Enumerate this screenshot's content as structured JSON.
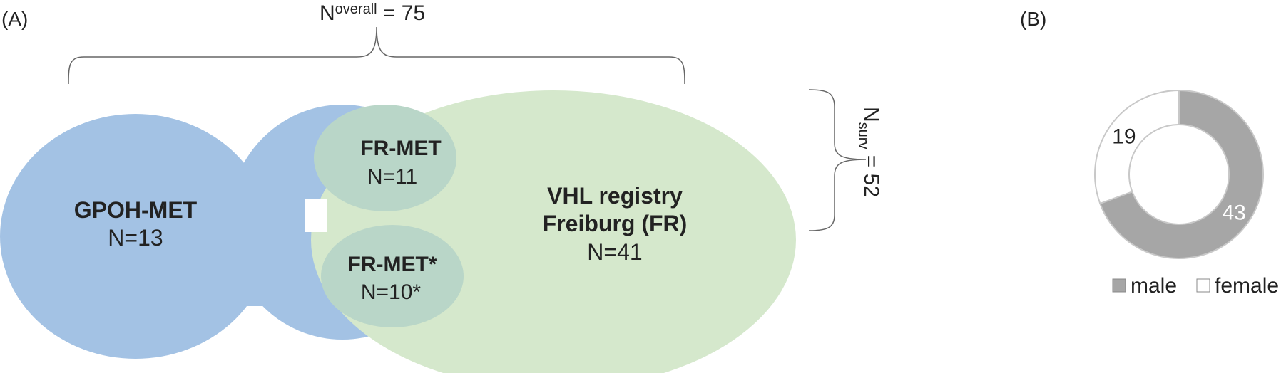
{
  "panel_a": {
    "label": "(A)",
    "overall": {
      "prefix": "N",
      "sup": "overall",
      "suffix": " = 75"
    },
    "survival": {
      "prefix": "N",
      "sub": "surv",
      "suffix": " = 52"
    },
    "sets": {
      "gpoh": {
        "name": "GPOH-MET",
        "count": "N=13",
        "color": "#a3c2e4"
      },
      "vhl": {
        "name_line1": "VHL registry",
        "name_line2": "Freiburg (FR)",
        "count": "N=41",
        "color": "#d5e8cc"
      },
      "frmet": {
        "name": "FR-MET",
        "count": "N=11",
        "color": "#b9d6c8"
      },
      "frmet_star": {
        "name": "FR-MET*",
        "count": "N=10*",
        "color": "#b9d6c8"
      }
    }
  },
  "panel_b": {
    "label": "(B)",
    "chart_data": {
      "type": "pie",
      "donut": true,
      "slices": [
        {
          "label": "male",
          "value": 43,
          "color": "#a6a6a6"
        },
        {
          "label": "female",
          "value": 19,
          "color": "#ffffff"
        }
      ],
      "legend_placement": "bottom"
    },
    "legend": {
      "male": "male",
      "female": "female"
    },
    "values": {
      "male": "43",
      "female": "19"
    }
  }
}
